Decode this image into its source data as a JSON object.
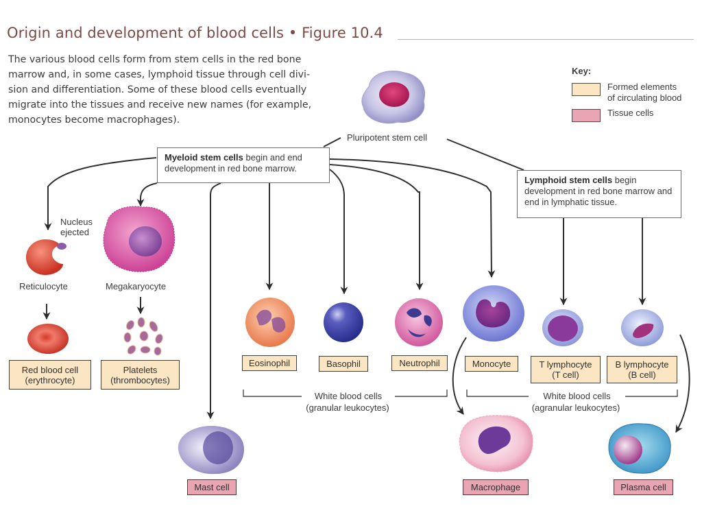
{
  "header": {
    "title": "Origin and development of blood cells • Figure 10.4",
    "intro_lines": [
      "The various blood cells form from stem cells in the red bone",
      "marrow and, in some cases, lymphoid tissue through cell divi-",
      "sion and differentiation. Some of these blood cells eventually",
      "migrate into the tissues and receive new names (for example,",
      "monocytes become macrophages)."
    ]
  },
  "key": {
    "title": "Key:",
    "items": [
      {
        "label": "Formed elements of circulating blood",
        "line1": "Formed elements",
        "line2": "of circulating blood",
        "color": "#fbe6c4"
      },
      {
        "label": "Tissue cells",
        "line1": "Tissue cells",
        "line2": "",
        "color": "#e9a5b2"
      }
    ]
  },
  "stem": {
    "pluripotent_label": "Pluripotent stem cell",
    "myeloid_bold": "Myeloid stem cells",
    "myeloid_rest": " begin and end development in red bone marrow.",
    "lymphoid_bold": "Lymphoid stem cells",
    "lymphoid_rest": " begin development in red bone marrow and end in lymphatic tissue."
  },
  "intermediate": {
    "nucleus_ejected_1": "Nucleus",
    "nucleus_ejected_2": "ejected",
    "reticulocyte": "Reticulocyte",
    "megakaryocyte": "Megakaryocyte"
  },
  "cells": {
    "rbc": {
      "line1": "Red blood cell",
      "line2": "(erythrocyte)",
      "type": "formed"
    },
    "platelets": {
      "line1": "Platelets",
      "line2": "(thrombocytes)",
      "type": "formed"
    },
    "eosinophil": {
      "line1": "Eosinophil",
      "type": "formed"
    },
    "basophil": {
      "line1": "Basophil",
      "type": "formed"
    },
    "neutrophil": {
      "line1": "Neutrophil",
      "type": "formed"
    },
    "monocyte": {
      "line1": "Monocyte",
      "type": "formed"
    },
    "t_lymphocyte": {
      "line1": "T lymphocyte",
      "line2": "(T cell)",
      "type": "formed"
    },
    "b_lymphocyte": {
      "line1": "B lymphocyte",
      "line2": "(B cell)",
      "type": "formed"
    },
    "mast": {
      "line1": "Mast cell",
      "type": "tissue"
    },
    "macrophage": {
      "line1": "Macrophage",
      "type": "tissue"
    },
    "plasma": {
      "line1": "Plasma cell",
      "type": "tissue"
    }
  },
  "groups": {
    "granular_1": "White blood cells",
    "granular_2": "(granular leukocytes)",
    "agranular_1": "White blood cells",
    "agranular_2": "(agranular leukocytes)"
  }
}
